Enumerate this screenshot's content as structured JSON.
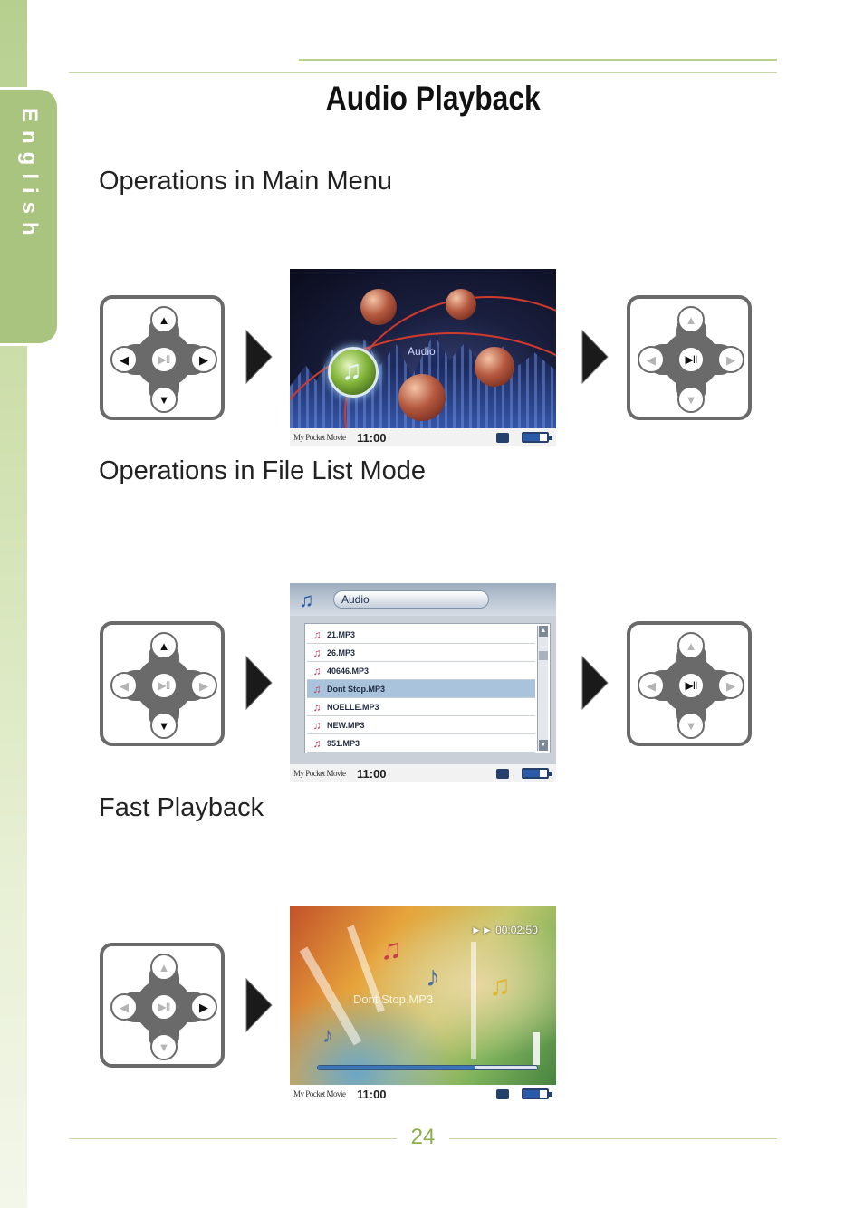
{
  "sidebar": {
    "language": "English"
  },
  "page": {
    "title": "Audio Playback",
    "page_number": "24"
  },
  "sections": [
    {
      "title": "Operations in Main Menu"
    },
    {
      "title": "Operations in File List Mode"
    },
    {
      "title": "Fast Playback"
    }
  ],
  "keypad": {
    "up": "▲",
    "down": "▼",
    "left": "◀",
    "right": "▶",
    "center": "▶II"
  },
  "screens": {
    "main_menu": {
      "menu_label": "Audio",
      "footer_label": "My Pocket Movie",
      "time": "11:00"
    },
    "file_list": {
      "folder_label": "Audio",
      "files": [
        "21.MP3",
        "26.MP3",
        "40646.MP3",
        "Dont Stop.MP3",
        "NOELLE.MP3",
        "NEW.MP3",
        "951.MP3"
      ],
      "selected_index": 3,
      "footer_label": "My Pocket Movie",
      "time": "11:00"
    },
    "fast_playback": {
      "ff_time": "►► 00:02:50",
      "track": "Dont Stop.MP3",
      "progress": 0.72,
      "footer_label": "My Pocket Movie",
      "time": "11:00"
    }
  },
  "icons": {
    "flow_arrow": "arrow-right-icon",
    "audio_folder": "music-note-icon",
    "memory": "memory-card-icon",
    "battery": "battery-icon"
  },
  "colors": {
    "accent_green": "#a9c47f",
    "rule_green": "#c7d8a6",
    "keypad_gray": "#6a6a6a"
  }
}
